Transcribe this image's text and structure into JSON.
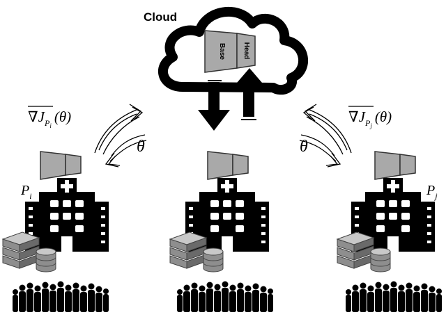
{
  "cloud": {
    "label": "Cloud",
    "model_base_label": "Base",
    "model_head_label": "Head"
  },
  "sites": [
    {
      "id": "i",
      "name": "P",
      "subscript": "i",
      "param": "θ",
      "grad_prefix": "∇J",
      "grad_sub_main": "P",
      "grad_sub_sub": "i",
      "grad_suffix": "(θ)"
    },
    {
      "id": "center"
    },
    {
      "id": "j",
      "name": "P",
      "subscript": "j",
      "param": "θ",
      "grad_prefix": "∇J",
      "grad_sub_main": "P",
      "grad_sub_sub": "j",
      "grad_suffix": "(θ)"
    }
  ],
  "colors": {
    "ink": "#000000",
    "model_fill": "#a9a9a9",
    "model_stroke": "#333333",
    "cloud_fill": "#ffffff",
    "server_light": "#bcbcbc",
    "server_mid": "#8a8a8a",
    "server_dark": "#555555"
  }
}
